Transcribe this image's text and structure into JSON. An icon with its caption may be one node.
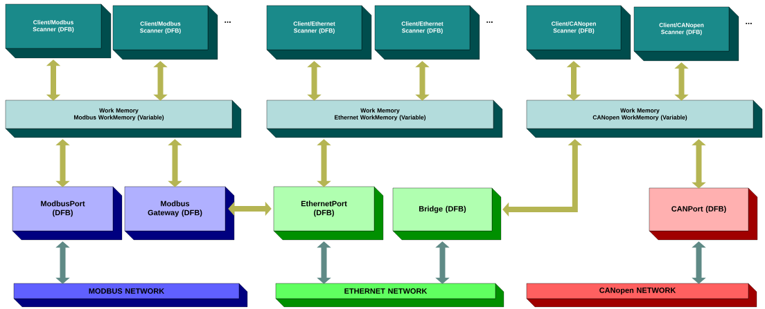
{
  "diagram": {
    "nodes": [
      {
        "text": [
          "Client/Modbus Scanner (DFB)"
        ]
      },
      {
        "text": [
          "Client/Modbus Scanner (DFB)"
        ],
        "beside": [
          "..."
        ]
      },
      {
        "text": [
          "Client/Ethernet Scanner (DFB)"
        ]
      },
      {
        "text": [
          "Client/Ethernet Scanner (DFB)"
        ],
        "beside": [
          "..."
        ]
      },
      {
        "text": [
          "Client/CANopen Scanner (DFB)"
        ]
      },
      {
        "text": [
          "Client/CANopen Scanner (DFB)"
        ],
        "beside": [
          "..."
        ]
      },
      {
        "text": [
          "Work Memory",
          "Modbus WorkMemory (Variable)"
        ]
      },
      {
        "text": [
          "Work Memory",
          "Ethernet WorkMemory (Variable)"
        ]
      },
      {
        "text": [
          "Work Memory",
          "CANopen WorkMemory (Variable)"
        ]
      },
      {
        "text": [
          "ModbusPort (DFB)"
        ]
      },
      {
        "text": [
          "Modbus Gateway (DFB)"
        ]
      },
      {
        "text": [
          "EthernetPort (DFB)"
        ]
      },
      {
        "text": [
          "Bridge (DFB)"
        ]
      },
      {
        "text": [
          "CANPort (DFB)"
        ]
      },
      {
        "text": [
          "MODBUS NETWORK"
        ]
      },
      {
        "text": [
          "ETHERNET NETWORK"
        ]
      },
      {
        "text": [
          "CANopen NETWORK"
        ]
      }
    ],
    "edges": [
      {
        "from": 0,
        "to": 6,
        "arrow": "both"
      },
      {
        "from": 1,
        "to": 6,
        "arrow": "both"
      },
      {
        "from": 2,
        "to": 7,
        "arrow": "both"
      },
      {
        "from": 3,
        "to": 7,
        "arrow": "both"
      },
      {
        "from": 4,
        "to": 8,
        "arrow": "both"
      },
      {
        "from": 5,
        "to": 8,
        "arrow": "both"
      },
      {
        "from": 6,
        "to": 9,
        "arrow": "both"
      },
      {
        "from": 6,
        "to": 10,
        "arrow": "both"
      },
      {
        "from": 7,
        "to": 11,
        "arrow": "both"
      },
      {
        "from": 8,
        "to": 13,
        "arrow": "both"
      },
      {
        "from": 10,
        "to": 11,
        "arrow": "both"
      },
      {
        "from": 8,
        "to": 12,
        "arrow": "both"
      },
      {
        "from": 9,
        "to": 14,
        "arrow": "both",
        "color": "#5f8a86"
      },
      {
        "from": 11,
        "to": 15,
        "arrow": "both",
        "color": "#5f8a86"
      },
      {
        "from": 12,
        "to": 15,
        "arrow": "both",
        "color": "#5f8a86"
      },
      {
        "from": 13,
        "to": 16,
        "arrow": "both",
        "color": "#5f8a86"
      }
    ]
  }
}
